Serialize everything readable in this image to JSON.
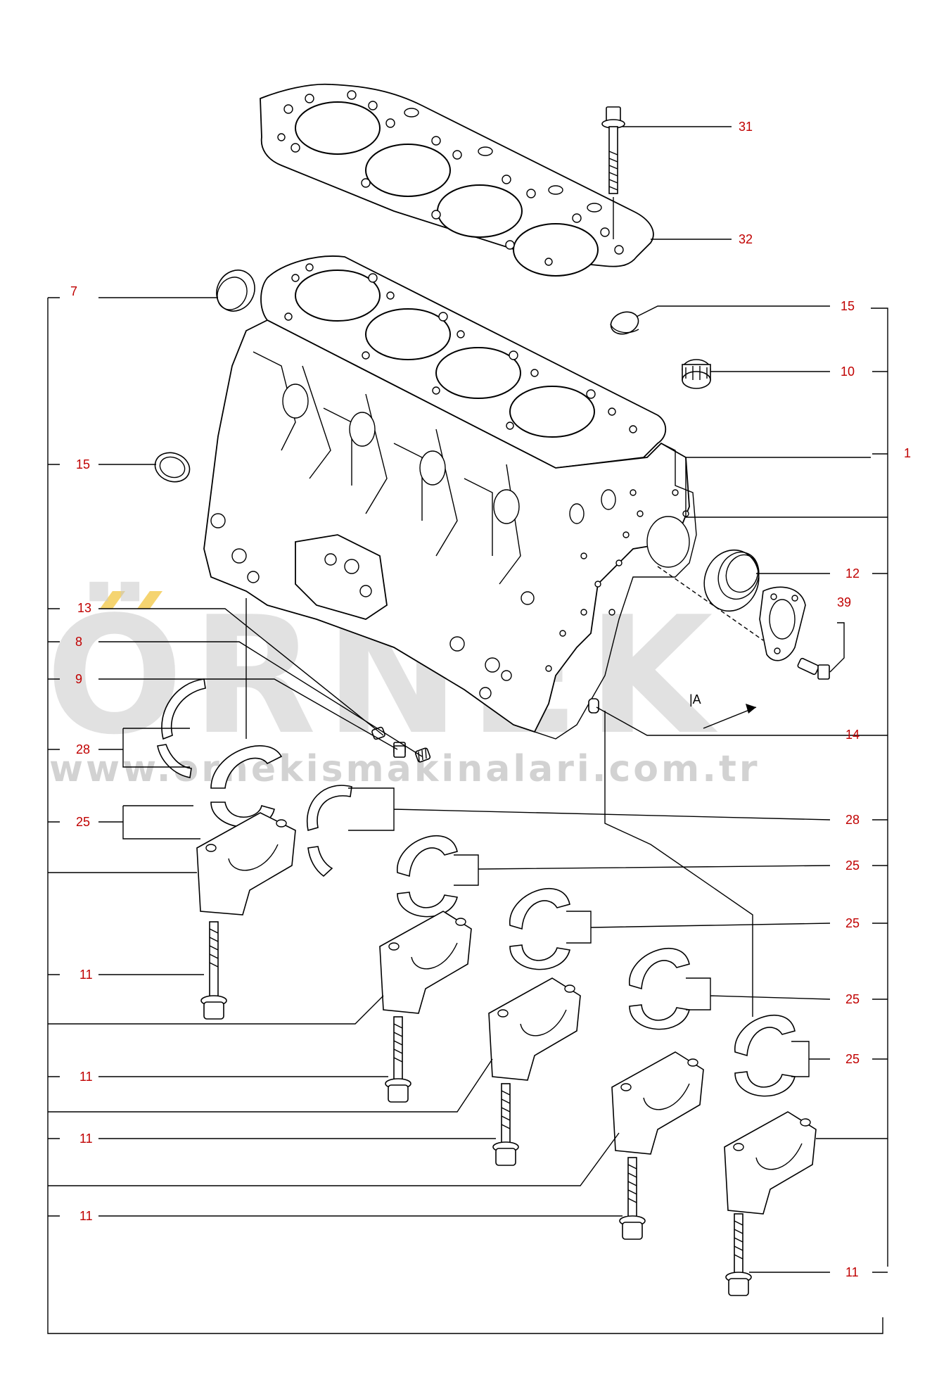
{
  "watermark": {
    "brand": "ÖRNEK",
    "url": "www.ornekismakinalari.com.tr"
  },
  "view_reference": "|A",
  "callouts": [
    {
      "id": "c31",
      "text": "31"
    },
    {
      "id": "c32",
      "text": "32"
    },
    {
      "id": "c7",
      "text": "7"
    },
    {
      "id": "c15a",
      "text": "15"
    },
    {
      "id": "c10",
      "text": "10"
    },
    {
      "id": "c15b",
      "text": "15"
    },
    {
      "id": "c1",
      "text": "1"
    },
    {
      "id": "c12",
      "text": "12"
    },
    {
      "id": "c39",
      "text": "39"
    },
    {
      "id": "c13",
      "text": "13"
    },
    {
      "id": "c8",
      "text": "8"
    },
    {
      "id": "c9",
      "text": "9"
    },
    {
      "id": "c14",
      "text": "14"
    },
    {
      "id": "c28a",
      "text": "28"
    },
    {
      "id": "c25a",
      "text": "25"
    },
    {
      "id": "c28b",
      "text": "28"
    },
    {
      "id": "c25b",
      "text": "25"
    },
    {
      "id": "c25c",
      "text": "25"
    },
    {
      "id": "c25d",
      "text": "25"
    },
    {
      "id": "c25e",
      "text": "25"
    },
    {
      "id": "c11a",
      "text": "11"
    },
    {
      "id": "c11b",
      "text": "11"
    },
    {
      "id": "c11c",
      "text": "11"
    },
    {
      "id": "c11d",
      "text": "11"
    },
    {
      "id": "c11e",
      "text": "11"
    }
  ]
}
